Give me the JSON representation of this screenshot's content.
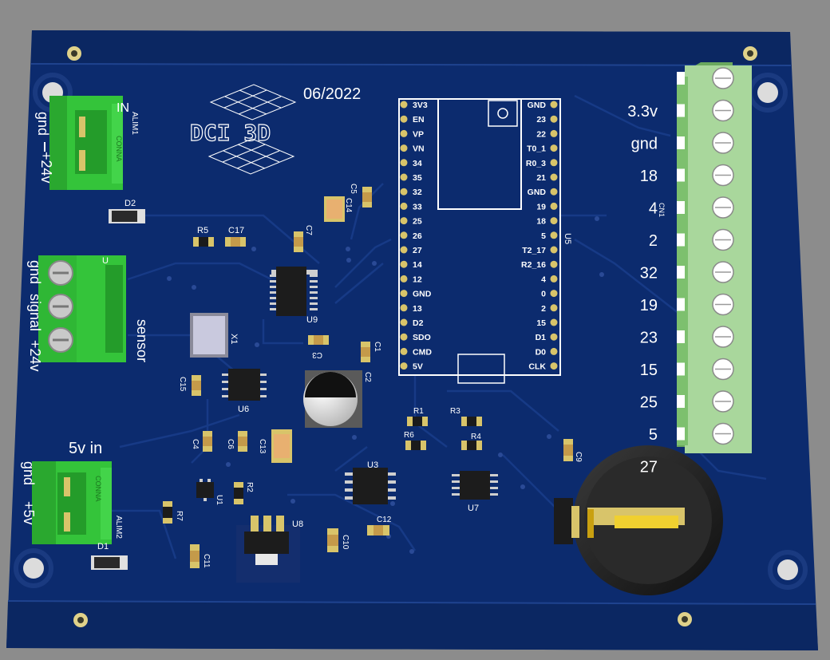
{
  "board": {
    "date": "06/2022",
    "logo_text": "DCI 3D",
    "colors": {
      "pcb": "#0c2b6e",
      "rail": "#0a255f",
      "silk": "#ffffff",
      "terminal_green": "#34c43a",
      "header_green": "#9bd08f",
      "pad_gold": "#d8c46a",
      "background": "#8c8c8c"
    }
  },
  "left_connectors": {
    "power_in": {
      "ref": "ALIM1",
      "label_in": "IN",
      "pin1": "gnd",
      "pin2": "+24v",
      "brand": "CONNA"
    },
    "sensor": {
      "ref": "U",
      "pins": [
        "gnd",
        "signal",
        "+24v"
      ],
      "label": "sensor"
    },
    "five_v_in": {
      "ref": "ALIM2",
      "title": "5v in",
      "pin1": "gnd",
      "pin2": "+5v",
      "brand": "CONNA"
    }
  },
  "esp32": {
    "ref": "U5",
    "left_pins": [
      "3V3",
      "EN",
      "VP",
      "VN",
      "34",
      "35",
      "32",
      "33",
      "25",
      "26",
      "27",
      "14",
      "12",
      "GND",
      "13",
      "D2",
      "SDO",
      "CMD",
      "5V"
    ],
    "right_pins": [
      "GND",
      "23",
      "22",
      "T0_1",
      "R0_3",
      "21",
      "GND",
      "19",
      "18",
      "5",
      "T2_17",
      "R2_16",
      "4",
      "0",
      "2",
      "15",
      "D1",
      "D0",
      "CLK"
    ]
  },
  "header": {
    "ref": "CN1",
    "labels": [
      "3.3v",
      "gnd",
      "18",
      "4",
      "2",
      "32",
      "19",
      "23",
      "15",
      "25",
      "5",
      "27"
    ]
  },
  "refs": {
    "D1": "D1",
    "D2": "D2",
    "R1": "R1",
    "R2": "R2",
    "R3": "R3",
    "R4": "R4",
    "R5": "R5",
    "R6": "R6",
    "R7": "R7",
    "C1": "C1",
    "C2": "C2",
    "C3": "C3",
    "C4": "C4",
    "C5": "C5",
    "C6": "C6",
    "C7": "C7",
    "C9": "C9",
    "C10": "C10",
    "C11": "C11",
    "C12": "C12",
    "C13": "C13",
    "C14": "C14",
    "C15": "C15",
    "C17": "C17",
    "U1": "U1",
    "U3": "U3",
    "U6": "U6",
    "U7": "U7",
    "U8": "U8",
    "U9": "U9",
    "X1": "X1"
  }
}
